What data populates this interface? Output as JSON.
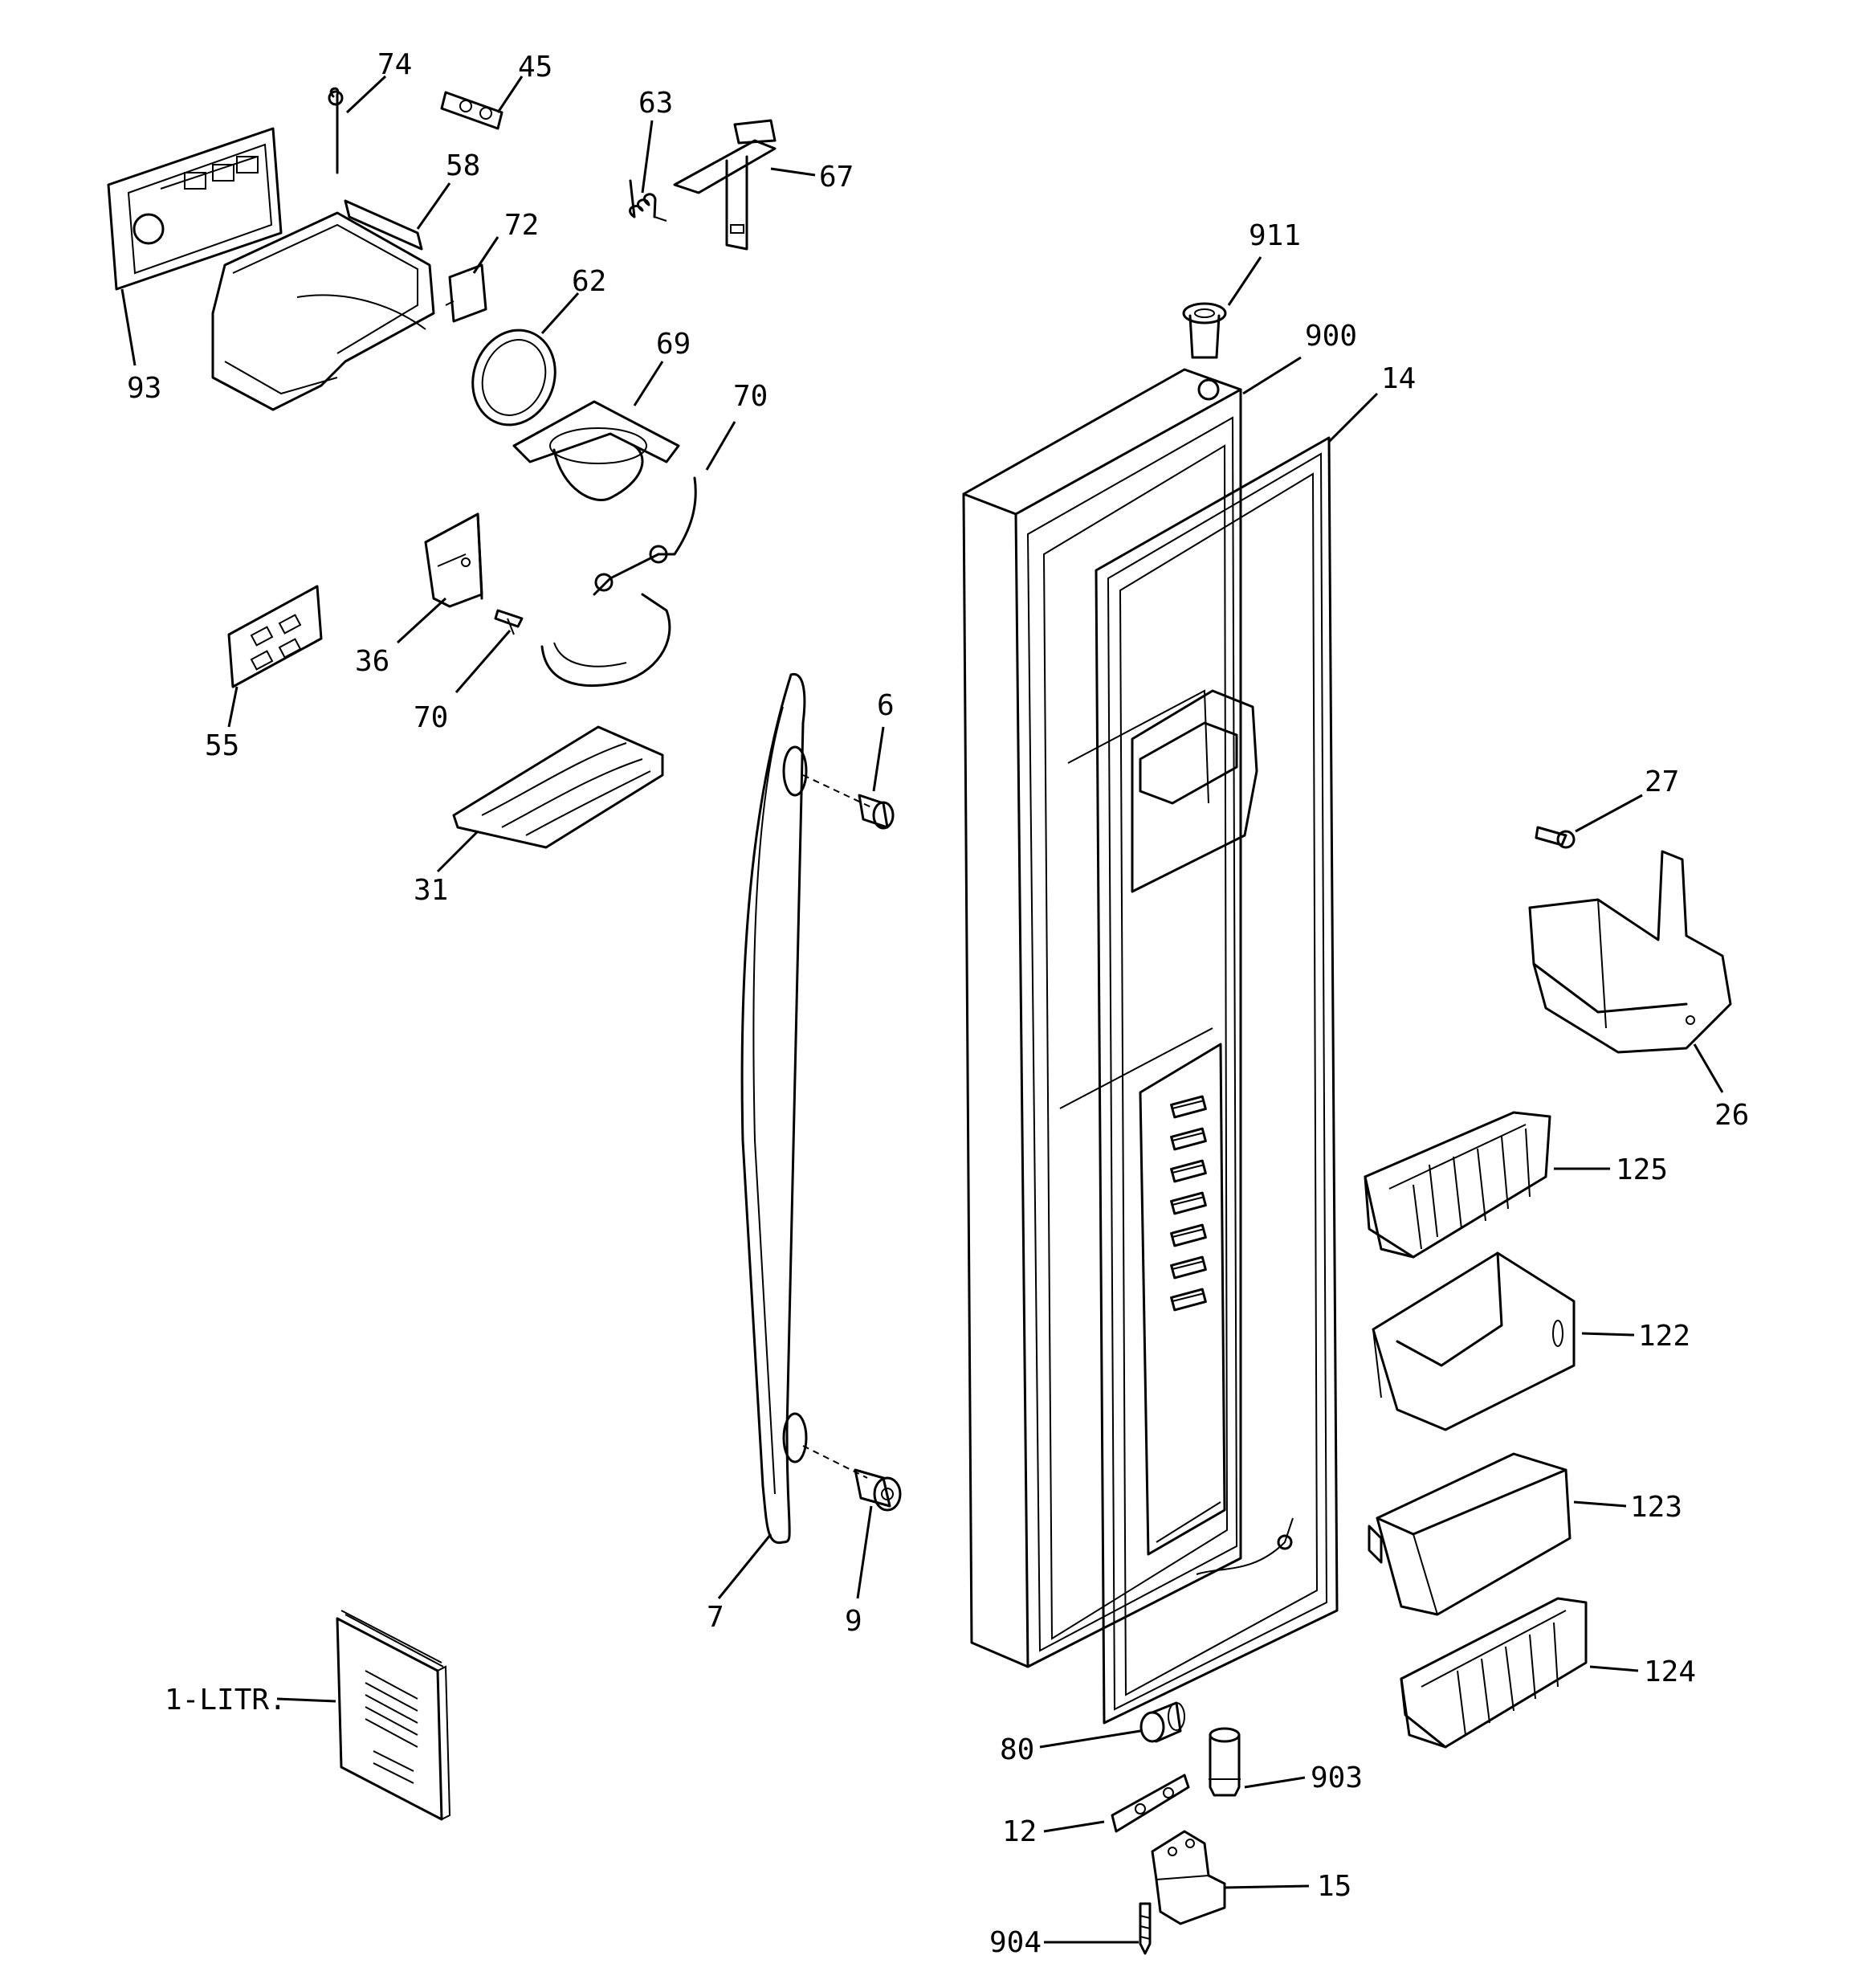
{
  "labels": {
    "p74": "74",
    "p45": "45",
    "p63": "63",
    "p67": "67",
    "p58": "58",
    "p72": "72",
    "p62": "62",
    "p93": "93",
    "p69": "69",
    "p70a": "70",
    "p911": "911",
    "p900": "900",
    "p14": "14",
    "p36": "36",
    "p70b": "70",
    "p55": "55",
    "p6": "6",
    "p31": "31",
    "p27": "27",
    "p26": "26",
    "p125": "125",
    "p122": "122",
    "p123": "123",
    "p7": "7",
    "p9": "9",
    "p124": "124",
    "p1litr": "1-LITR.",
    "p80": "80",
    "p903": "903",
    "p12": "12",
    "p15": "15",
    "p904": "904"
  }
}
